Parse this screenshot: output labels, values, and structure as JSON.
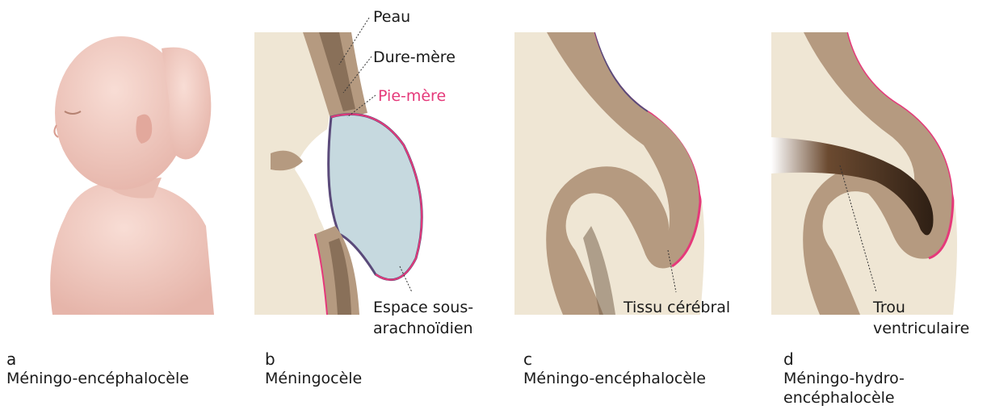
{
  "colors": {
    "skin": "#f2cdc4",
    "bone_tan": "#b59a80",
    "brain_cream": "#efe6d4",
    "csf_blue": "#c6d9df",
    "pia_pink": "#e5397a",
    "dura_purple": "#5a4a7a",
    "ventricle_dark": "#2e1f14"
  },
  "labels": {
    "peau": "Peau",
    "dure_mere": "Dure-mère",
    "pie_mere": "Pie-mère",
    "espace_line1": "Espace sous-",
    "espace_line2": "arachnoïdien",
    "tissu": "Tissu cérébral",
    "trou_line1": "Trou",
    "trou_line2": "ventriculaire"
  },
  "panels": [
    {
      "letter": "a",
      "caption": "Méningo-encéphalocèle"
    },
    {
      "letter": "b",
      "caption": "Méningocèle"
    },
    {
      "letter": "c",
      "caption": "Méningo-encéphalocèle"
    },
    {
      "letter": "d",
      "caption_line1": "Méningo-hydro-",
      "caption_line2": "encéphalocèle"
    }
  ]
}
